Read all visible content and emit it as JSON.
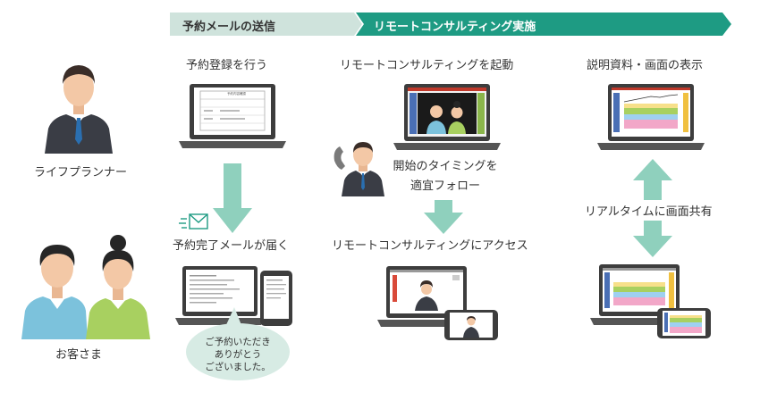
{
  "header": {
    "step1": "予約メールの送信",
    "step2": "リモートコンサルティング実施"
  },
  "people": {
    "planner_label": "ライフプランナー",
    "customer_label": "お客さま"
  },
  "steps": {
    "reservation": "予約登録を行う",
    "form_title": "予約内容確認",
    "launch": "リモートコンサルティングを起動",
    "display": "説明資料・画面の表示",
    "follow_line1": "開始のタイミングを",
    "follow_line2": "適宜フォロー",
    "mail_arrives": "予約完了メールが届く",
    "access": "リモートコンサルティングにアクセス",
    "realtime": "リアルタイムに画面共有",
    "bubble_line1": "ご予約いただき",
    "bubble_line2": "ありがとう",
    "bubble_line3": "ございました。"
  },
  "colors": {
    "header_light": "#cfe3dc",
    "header_dark": "#1e9b83",
    "arrow": "#8fd0bd",
    "bubble": "#d7ebe4",
    "suit": "#3a3d45",
    "skin": "#f3c8a6"
  }
}
